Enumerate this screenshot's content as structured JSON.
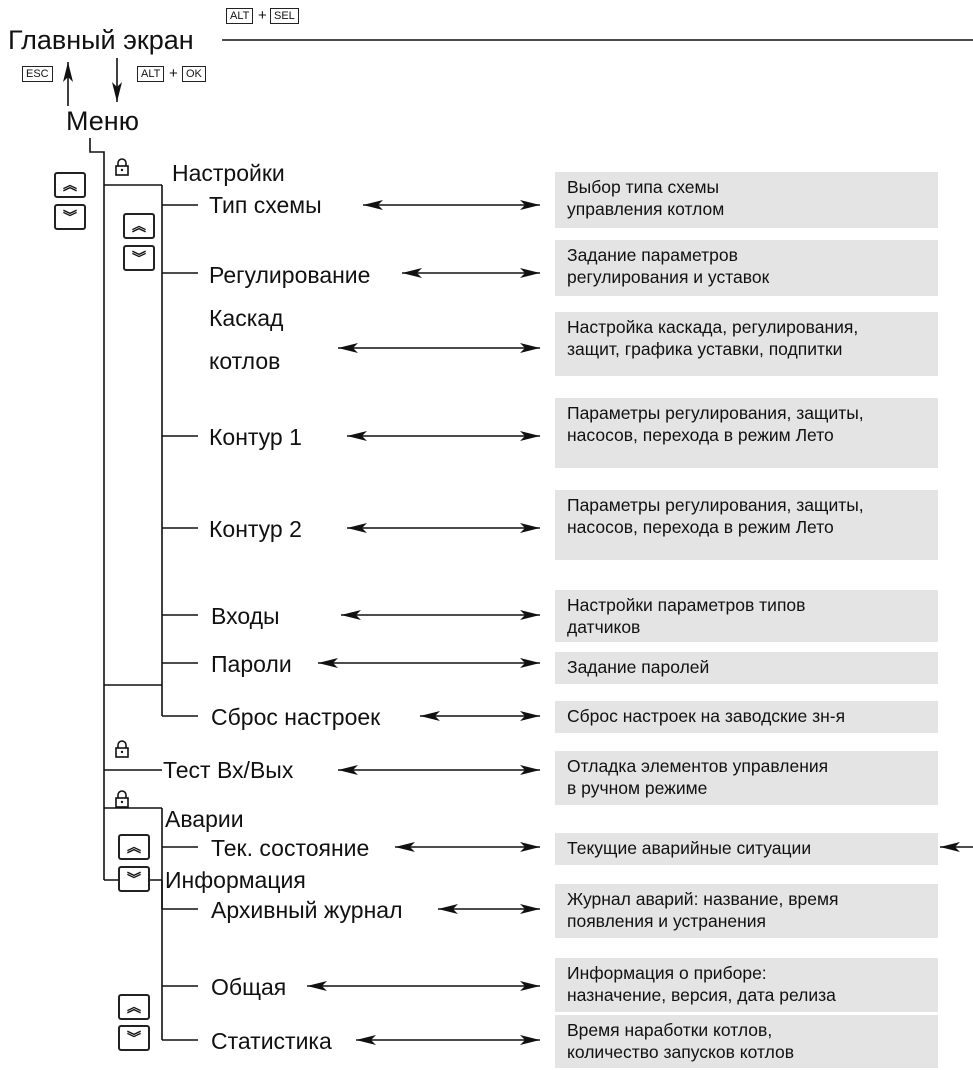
{
  "header": {
    "main_screen": "Главный экран",
    "menu": "Меню",
    "keys": {
      "alt": "ALT",
      "sel": "SEL",
      "esc": "ESC",
      "ok": "OK",
      "plus": "+"
    }
  },
  "groups": {
    "settings": "Настройки",
    "test_io": "Тест Вх/Вых",
    "alarms": "Аварии",
    "info": "Информация"
  },
  "items": {
    "scheme_type": "Тип схемы",
    "regulation": "Регулирование",
    "cascade_1": "Каскад",
    "cascade_2": "котлов",
    "circuit_1": "Контур 1",
    "circuit_2": "Контур 2",
    "inputs": "Входы",
    "passwords": "Пароли",
    "reset": "Сброс настроек",
    "current_state": "Тек. состояние",
    "archive_log": "Архивный журнал",
    "general": "Общая",
    "statistics": "Статистика"
  },
  "descriptions": {
    "scheme_type": "Выбор типа схемы\nуправления котлом",
    "regulation": "Задание параметров\nрегулирования и уставок",
    "cascade": "Настройка каскада, регулирования,\nзащит, графика уставки, подпитки",
    "circuit_1": "Параметры регулирования, защиты,\nнасосов, перехода в режим Лето",
    "circuit_2": "Параметры регулирования, защиты,\nнасосов, перехода в режим Лето",
    "inputs": "Настройки параметров типов\nдатчиков",
    "passwords": "Задание паролей",
    "reset": "Сброс настроек на заводские зн-я",
    "test_io": "Отладка элементов управления\nв ручном режиме",
    "current_state": "Текущие аварийные ситуации",
    "archive_log": "Журнал аварий: название, время\nпоявления и устранения",
    "general": "Информация о приборе:\nназначение, версия, дата релиза",
    "statistics": "Время наработки котлов,\nколичество запусков котлов"
  },
  "icons": {
    "lock": "lock-icon",
    "up": "chevron-double-up-icon",
    "down": "chevron-double-down-icon",
    "arrow": "double-headed-arrow-icon"
  },
  "colors": {
    "description_fill": "#e4e4e4",
    "line": "#111111"
  }
}
